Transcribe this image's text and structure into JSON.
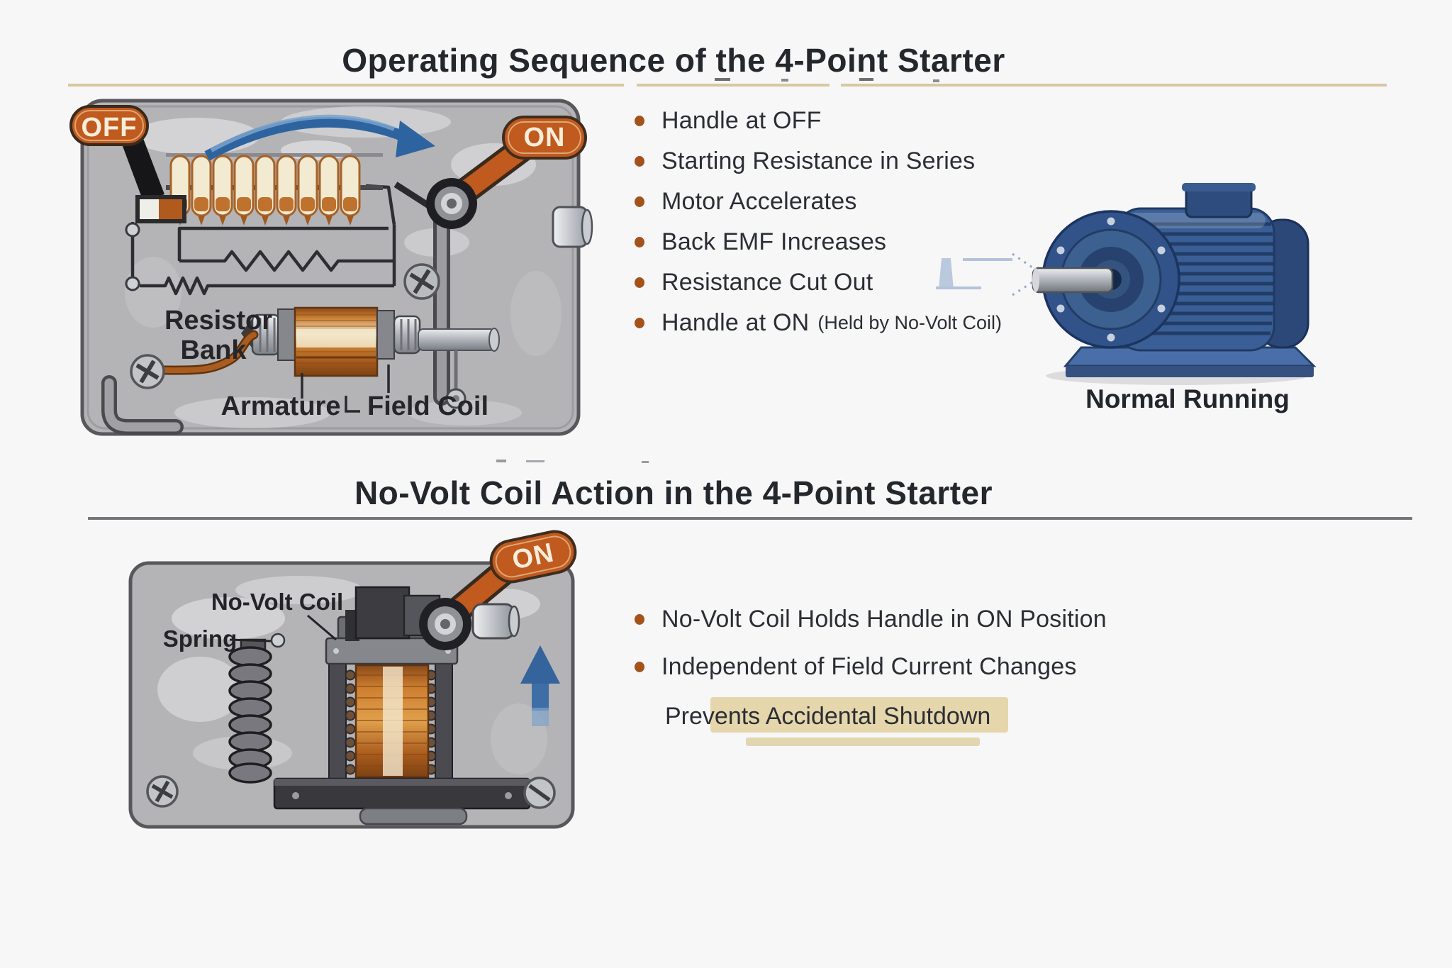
{
  "colors": {
    "accent_orange": "#c05a1e",
    "panel_gray": "#b4b4b6",
    "motor_blue": "#3a5e96",
    "highlight_tan": "#e5d6ac",
    "bullet_dot": "#a4521c",
    "arrow_blue": "#2d64a0",
    "text": "#2b2e33"
  },
  "section1": {
    "title": "Operating Sequence of the 4-Point Starter",
    "bullets": [
      {
        "text": "Handle at OFF",
        "note": ""
      },
      {
        "text": "Starting Resistance in Series",
        "note": ""
      },
      {
        "text": "Motor Accelerates",
        "note": ""
      },
      {
        "text": "Back EMF Increases",
        "note": ""
      },
      {
        "text": "Resistance Cut Out",
        "note": ""
      },
      {
        "text": "Handle at ON",
        "note": "(Held by No-Volt Coil)"
      }
    ],
    "diagram": {
      "off_label": "OFF",
      "on_label": "ON",
      "resistor_bank_line1": "Resistor",
      "resistor_bank_line2": "Bank",
      "armature_label": "Armature",
      "field_coil_label": "Field Coil"
    },
    "motor_caption": "Normal Running"
  },
  "section2": {
    "title": "No-Volt Coil Action in the 4-Point Starter",
    "diagram": {
      "on_label": "ON",
      "no_volt_coil_label": "No-Volt Coil",
      "spring_label": "Spring"
    },
    "bullets": [
      "No-Volt Coil Holds Handle in ON Position",
      "Independent of Field Current Changes"
    ],
    "highlight": "Prevents Accidental Shutdown"
  }
}
